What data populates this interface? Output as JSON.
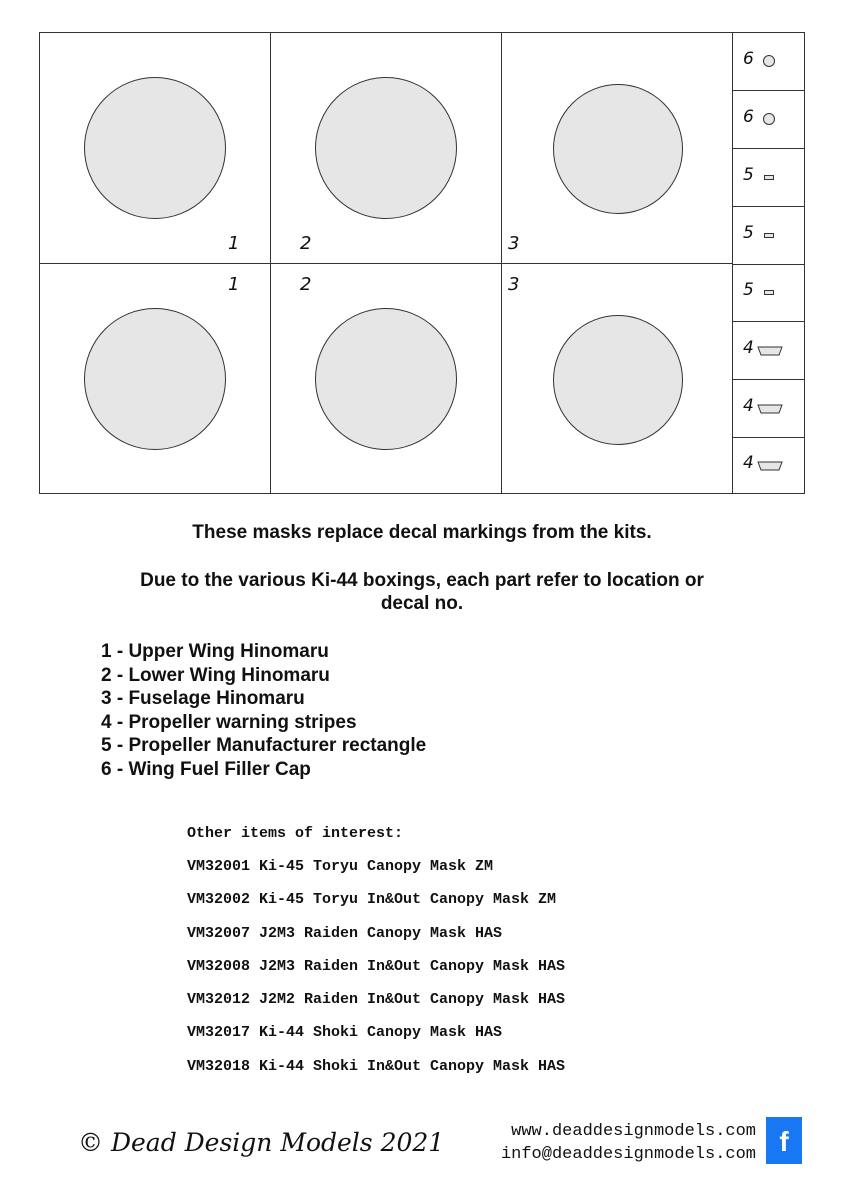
{
  "sheet": {
    "cell_numbers": [
      "1",
      "2",
      "3",
      "1",
      "2",
      "3"
    ],
    "side_numbers": [
      "6",
      "6",
      "5",
      "5",
      "5",
      "4",
      "4",
      "4"
    ]
  },
  "intro": {
    "line1": "These masks replace decal markings from the kits.",
    "line2a": "Due to the various Ki-44 boxings, each part refer to location or",
    "line2b": "decal no."
  },
  "legend": [
    "1 - Upper Wing Hinomaru",
    "2 - Lower Wing Hinomaru",
    "3 - Fuselage Hinomaru",
    "4 - Propeller warning stripes",
    "5 - Propeller Manufacturer rectangle",
    "6 - Wing Fuel Filler Cap"
  ],
  "other": {
    "title": "Other items of interest:",
    "items": [
      "VM32001 Ki-45 Toryu Canopy Mask ZM",
      "VM32002 Ki-45 Toryu In&Out Canopy Mask ZM",
      "VM32007 J2M3 Raiden Canopy Mask HAS",
      "VM32008 J2M3 Raiden In&Out Canopy Mask HAS",
      "VM32012 J2M2 Raiden In&Out Canopy Mask HAS",
      "VM32017 Ki-44 Shoki Canopy Mask HAS",
      "VM32018 Ki-44 Shoki In&Out Canopy Mask HAS"
    ]
  },
  "footer": {
    "copyright": "© Dead Design Models 2021",
    "website": "www.deaddesignmodels.com",
    "email": "info@deaddesignmodels.com",
    "facebook_glyph": "f"
  },
  "icons": {
    "facebook": "facebook-icon"
  },
  "colors": {
    "mask_fill": "#e6e6e6",
    "facebook_blue": "#1877f2"
  }
}
